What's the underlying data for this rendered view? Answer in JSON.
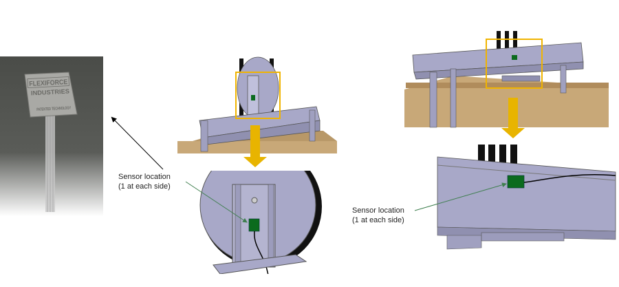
{
  "labels": {
    "left_line1": "Sensor location",
    "left_line2": "(1 at each side)",
    "right_line1": "Sensor location",
    "right_line2": "(1 at each side)"
  },
  "photo_logo_text": [
    "FLEXIFORCE",
    "INDUSTRIES",
    "PATENTED TECHNOLOGY"
  ],
  "colors": {
    "highlight_box": "#f0b400",
    "arrow": "#e8b400",
    "sensor": "#0b6b1e",
    "leader": "#3f7f4f",
    "steel": "#a8a8c8",
    "table": "#c8a878"
  }
}
